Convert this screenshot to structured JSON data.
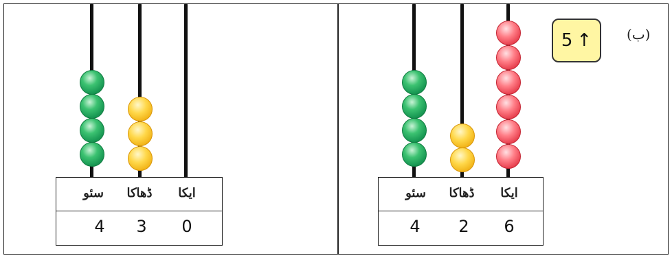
{
  "left_abacus": {
    "headers": {
      "hundreds": "سئو",
      "tens": "ڈھاکا",
      "ones": "ایکا"
    },
    "digits": {
      "hundreds": "4",
      "tens": "3",
      "ones": "0"
    }
  },
  "right_abacus": {
    "headers": {
      "hundreds": "سئو",
      "tens": "ڈھاکا",
      "ones": "ایکا"
    },
    "digits": {
      "hundreds": "4",
      "tens": "2",
      "ones": "6"
    }
  },
  "change": {
    "amount": "5",
    "arrow": "↑"
  },
  "part_label": "(ب)",
  "colors": {
    "hundreds_bead": "#1a9a55",
    "tens_bead": "#f2b51a",
    "ones_bead": "#e63c4b",
    "change_box": "#fff6a3"
  }
}
